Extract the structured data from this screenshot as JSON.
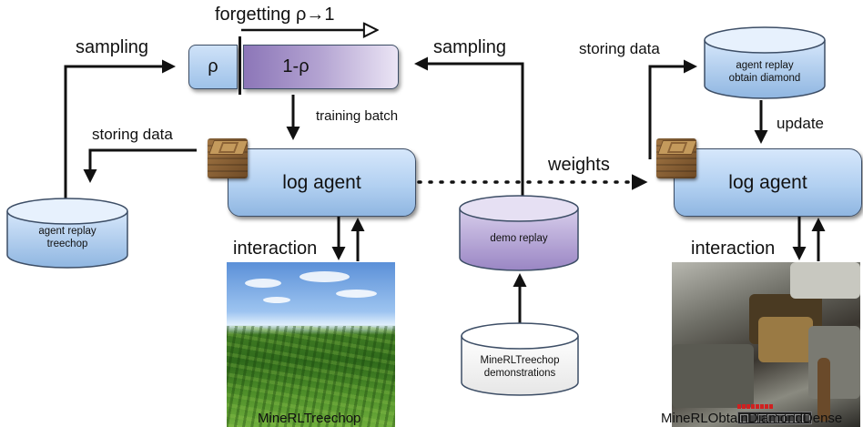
{
  "labels": {
    "forgetting": "forgetting ρ→1",
    "sampling_left": "sampling",
    "sampling_right": "sampling",
    "storing_data_left": "storing data",
    "storing_data_right": "storing data",
    "training_batch": "training batch",
    "weights": "weights",
    "update": "update",
    "interaction_left": "interaction",
    "interaction_right": "interaction"
  },
  "buffer": {
    "rho": "ρ",
    "one_minus_rho": "1-ρ"
  },
  "agents": {
    "left": "log agent",
    "right": "log agent"
  },
  "cylinders": {
    "agent_replay_treechop": "agent replay\ntreechop",
    "demo_replay": "demo replay",
    "demonstrations": "MineRLTreechop\ndemonstrations",
    "agent_replay_diamond": "agent replay\nobtain diamond"
  },
  "captions": {
    "treechop": "MineRLTreechop",
    "diamond": "MineRLObtainDiamondDense"
  },
  "colors": {
    "agent_blue": "#b2d0f1",
    "demo_purple": "#9a86c4",
    "border": "#3d4e66",
    "arrow": "#111111"
  },
  "icons": [
    "minecraft-log-icon",
    "minecraft-log-icon"
  ]
}
